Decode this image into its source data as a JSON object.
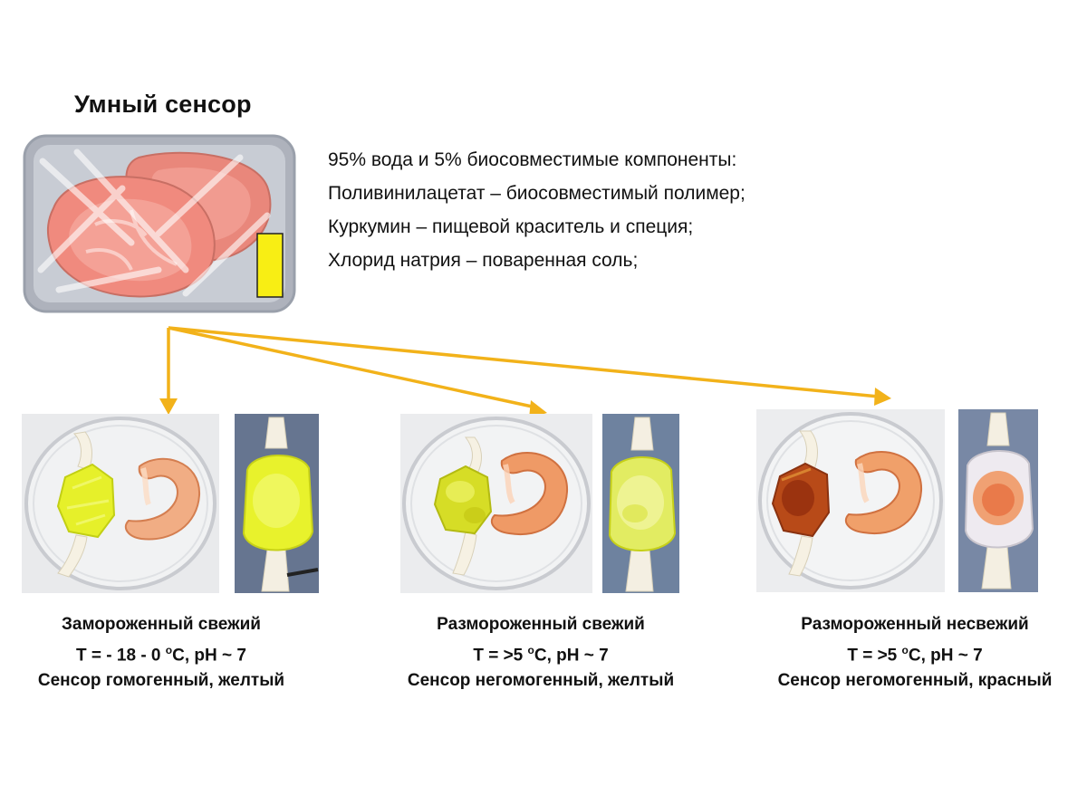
{
  "title": "Умный сенсор",
  "composition": {
    "lines": [
      "95% вода и 5% биосовместимые компоненты:",
      "Поливинилацетат – биосовместимый полимер;",
      "Куркумин – пищевой краситель и специя;",
      "Хлорид натрия – поваренная соль;"
    ]
  },
  "colors": {
    "arrow": "#f2b21a",
    "sensor_yellow": "#e6f02a",
    "sensor_red": "#c0501c",
    "tray": "#b8bcc6",
    "meat": "#f08a7e"
  },
  "states": [
    {
      "name": "Замороженный  свежий",
      "temp_prefix": "T = - 18 - 0 ",
      "temp_sup": "o",
      "temp_suffix": "C, pH ~ 7",
      "sensor": "Сенсор гомогенный, желтый"
    },
    {
      "name": "Размороженный  свежий",
      "temp_prefix": "T = >5 ",
      "temp_sup": "o",
      "temp_suffix": "C, pH ~ 7",
      "sensor": "Сенсор негомогенный, желтый"
    },
    {
      "name": "Размороженный  несвежий",
      "temp_prefix": "T = >5 ",
      "temp_sup": "o",
      "temp_suffix": "C, pH ~ 7",
      "sensor": "Сенсор негомогенный, красный"
    }
  ]
}
